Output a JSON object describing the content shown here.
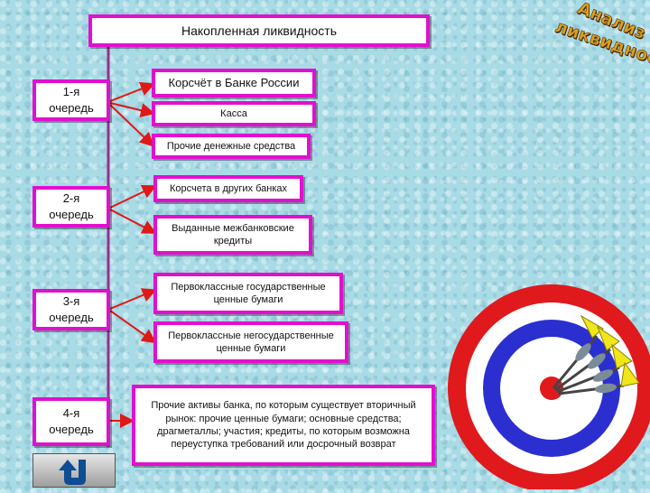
{
  "title": "Накопленная ликвидность",
  "wordart": {
    "line1": "Анализ",
    "line2": "ликвидности"
  },
  "queues": [
    {
      "label": "1-я\nочередь"
    },
    {
      "label": "2-я\nочередь"
    },
    {
      "label": "3-я\nочередь"
    },
    {
      "label": "4-я\nочередь"
    }
  ],
  "items": [
    "Корсчёт в Банке России",
    "Касса",
    "Прочие денежные средства",
    "Корсчета в других банках",
    "Выданные межбанковские кредиты",
    "Первоклассные государственные ценные бумаги",
    "Первоклассные негосударственные ценные бумаги",
    "Прочие активы банка, по которым существует вторичный рынок: прочие ценные бумаги; основные средства; драгметаллы; участия; кредиты, по которым возможна переуступка требований или досрочный возврат"
  ],
  "colors": {
    "box_border": "#e20fd0",
    "arrow": "#e01818",
    "connector": "#9a2e8a"
  },
  "icons": {
    "back": "return-arrow-icon",
    "target": "dartboard-icon"
  }
}
